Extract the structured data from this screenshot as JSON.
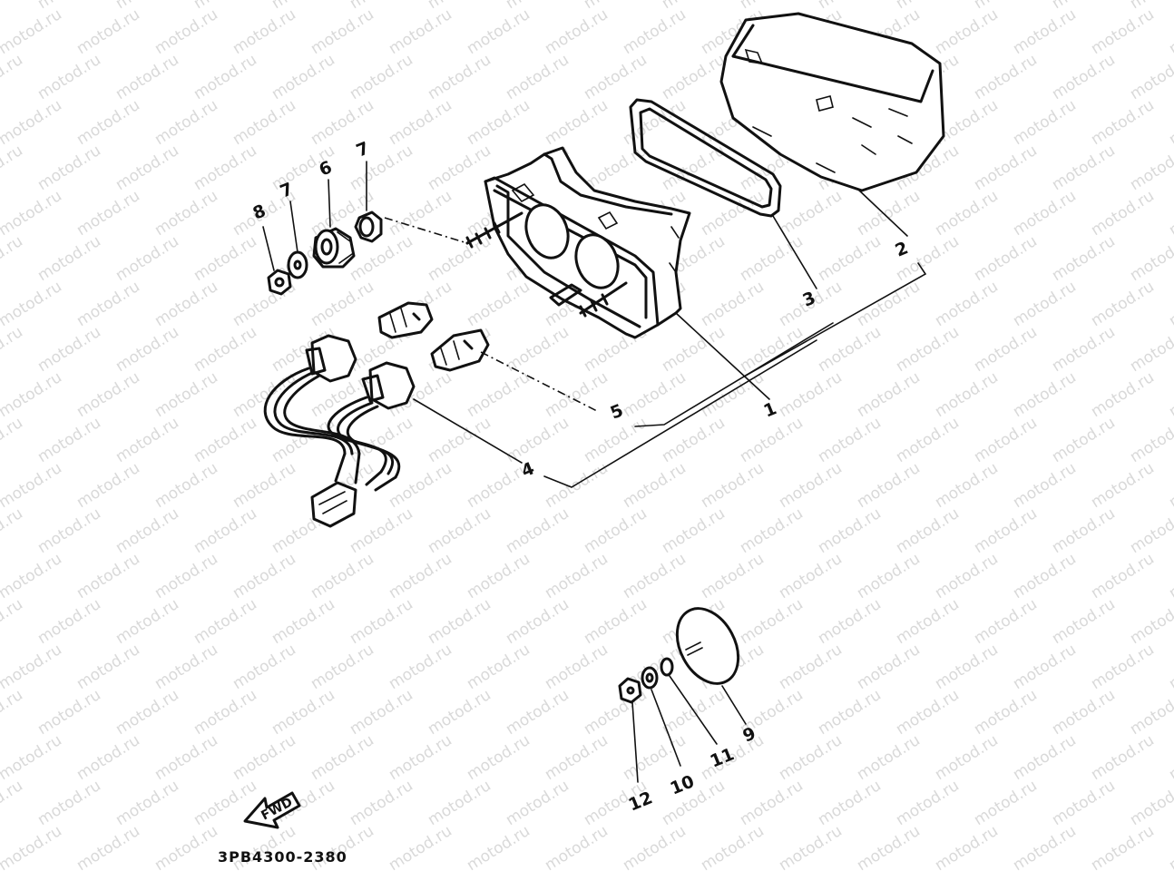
{
  "watermark": {
    "text": "motod.ru"
  },
  "callouts": {
    "c1": "1",
    "c2": "2",
    "c3": "3",
    "c4": "4",
    "c5": "5",
    "c6": "6",
    "c7a": "7",
    "c7b": "7",
    "c8": "8",
    "c9": "9",
    "c10": "10",
    "c11": "11",
    "c12": "12"
  },
  "forward_arrow": {
    "label": "FWD"
  },
  "drawing_code": "3PB4300-2380"
}
